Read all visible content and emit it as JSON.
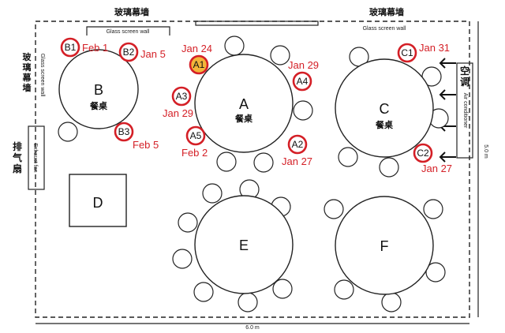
{
  "walls": {
    "top_left_label": "玻璃幕墙",
    "top_right_label": "玻璃幕墙",
    "left_label_chars": [
      "玻",
      "璃",
      "幕",
      "墙"
    ],
    "glass_wall_top_left": "Glass screen wall",
    "glass_wall_top_right": "Glass screen wall",
    "glass_wall_left": "Glass screen wall"
  },
  "exhaust": {
    "cn_chars": [
      "排",
      "气",
      "扇"
    ],
    "en": "Exhaust fan"
  },
  "air_conditioner": {
    "cn_chars": [
      "空",
      "调"
    ],
    "en": "Air conditioner"
  },
  "dimensions": {
    "width": "6.0 m",
    "height": "5.0 m"
  },
  "tables": [
    {
      "id": "table-a",
      "letter": "A",
      "cn": "餐桌"
    },
    {
      "id": "table-b",
      "letter": "B",
      "cn": "餐桌"
    },
    {
      "id": "table-c",
      "letter": "C",
      "cn": "餐桌"
    },
    {
      "id": "table-d",
      "letter": "D",
      "cn": ""
    },
    {
      "id": "table-e",
      "letter": "E",
      "cn": ""
    },
    {
      "id": "table-f",
      "letter": "F",
      "cn": ""
    }
  ],
  "marked_seats": [
    {
      "code": "B1",
      "date": "Feb 1",
      "highlight": false
    },
    {
      "code": "B2",
      "date": "Jan 5",
      "highlight": false
    },
    {
      "code": "B3",
      "date": "Feb 5",
      "highlight": false
    },
    {
      "code": "A1",
      "date": "Jan 24",
      "highlight": true
    },
    {
      "code": "A2",
      "date": "Jan 27",
      "highlight": false
    },
    {
      "code": "A3",
      "date": "Jan 29",
      "highlight": false
    },
    {
      "code": "A4",
      "date": "Jan 29",
      "highlight": false
    },
    {
      "code": "A5",
      "date": "Feb 2",
      "highlight": false
    },
    {
      "code": "C1",
      "date": "Jan 31",
      "highlight": false
    },
    {
      "code": "C2",
      "date": "Jan 27",
      "highlight": false
    }
  ],
  "colors": {
    "ring": "#d41f26",
    "highlight_fill": "#f3b53a",
    "date_text": "#d41f26"
  }
}
